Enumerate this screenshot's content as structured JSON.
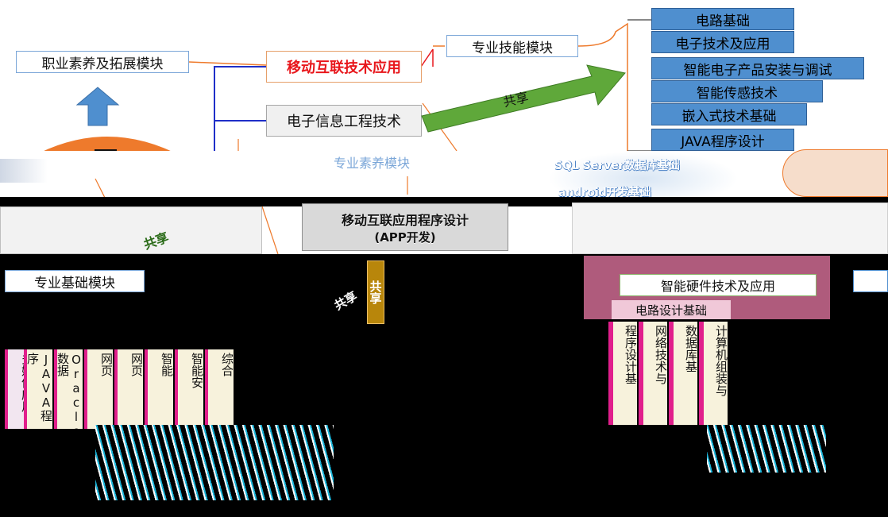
{
  "top": {
    "professional_literacy": "职业素养及拓展模块",
    "mobile_internet": "移动互联技术应用",
    "electronic_info": "电子信息工程技术",
    "skill_module": "专业技能模块",
    "share": "共享"
  },
  "skill_courses": [
    "电路基础",
    "电子技术及应用",
    "智能电子产品安装与调试",
    "智能传感技术",
    "嵌入式技术基础",
    "JAVA程序设计"
  ],
  "middle": {
    "literacy_module_partial": "专业素养模块",
    "sql_partial": "SQL Server数据库基础",
    "android_partial": "android开发基础",
    "mobile_app_design": "移动互联应用程序设计",
    "app_dev": "(APP开发)",
    "share_vertical": "共享",
    "share_left": "共享",
    "share_mid": "共享",
    "hardware_app": "智能硬件技术及应用",
    "circuit_design": "电路设计基础",
    "foundation_module": "专业基础模块"
  },
  "bottom_left_columns": [
    "多媒体应用",
    "JAVA程序",
    "Oracle数据",
    "网页",
    "网页",
    "智能",
    "智能安",
    "综合"
  ],
  "bottom_right_columns": [
    "程序设计基",
    "网络技术与",
    "数据库基",
    "计算机组装与"
  ],
  "colors": {
    "blue_box": "#4f8fcf",
    "green_arrow": "#5fa83a",
    "orange_arc": "#ee7a2c",
    "red_text": "#e8171c",
    "magenta_tab": "#e11f8c"
  }
}
